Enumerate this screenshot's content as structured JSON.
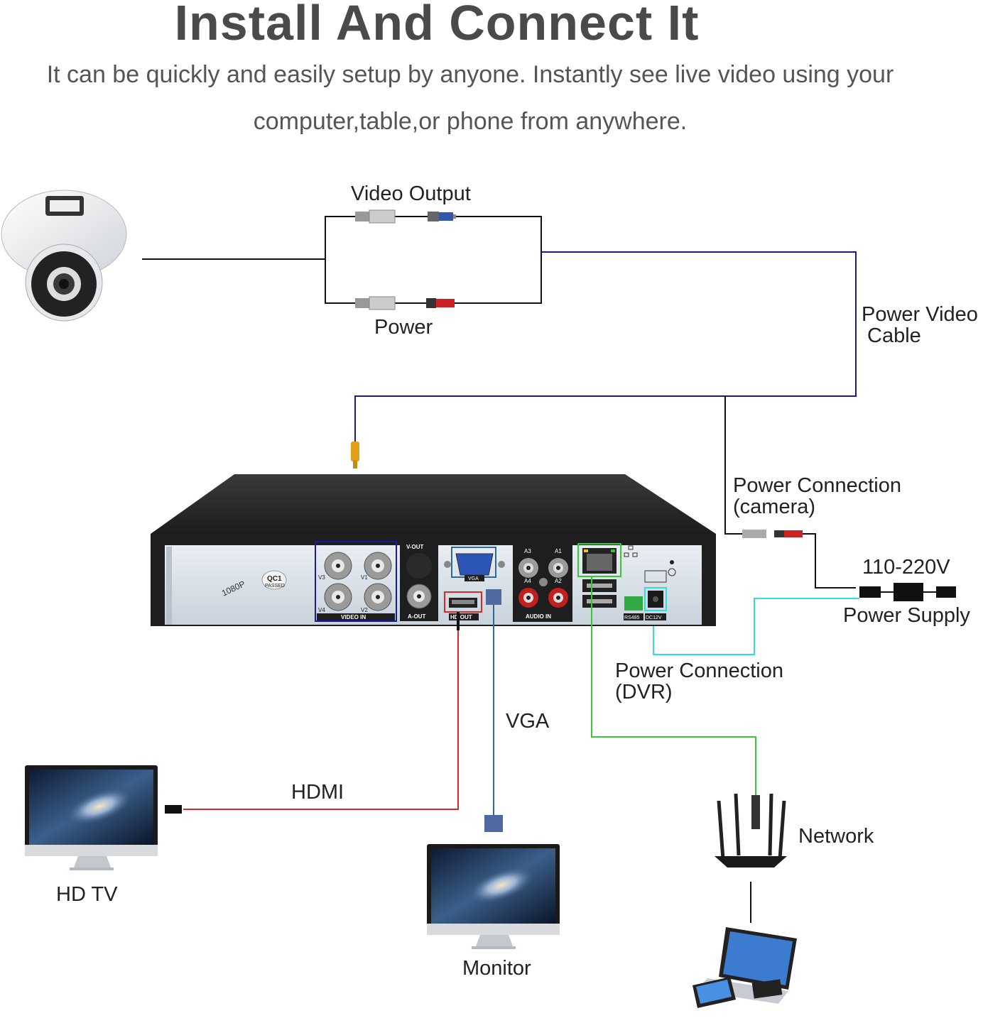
{
  "header": {
    "title": "Install And Connect It",
    "subtitle_line1": "It can be quickly and easily setup by anyone. Instantly see live video using your",
    "subtitle_line2": "computer,table,or phone from anywhere."
  },
  "labels": {
    "video_output": "Video Output",
    "power": "Power",
    "power_video_cable_1": "Power Video",
    "power_video_cable_2": "Cable",
    "power_connection_camera_1": "Power Connection",
    "power_connection_camera_2": "(camera)",
    "voltage": "110-220V",
    "power_supply": "Power Supply",
    "power_connection_dvr_1": "Power Connection",
    "power_connection_dvr_2": "(DVR)",
    "vga": "VGA",
    "hdmi": "HDMI",
    "network": "Network",
    "hd_tv": "HD TV",
    "monitor": "Monitor"
  },
  "dvr_panel": {
    "badge_1080p": "1080P",
    "badge_qc1": "QC1",
    "badge_passed": "PASSED",
    "video_in": "VIDEO IN",
    "v_out": "V-OUT",
    "a_out": "A-OUT",
    "vga_port": "VGA",
    "hd_out": "HD OUT",
    "audio_in": "AUDIO IN",
    "rs485": "RS485",
    "dc12v": "DC12V",
    "v1": "V1",
    "v2": "V2",
    "v3": "V3",
    "v4": "V4",
    "a1": "A1",
    "a2": "A2",
    "a3": "A3",
    "a4": "A4"
  },
  "colors": {
    "power_video_cable": "#1a1a8c",
    "hdmi_cable": "#d42a2a",
    "vga_cable": "#2a6a9a",
    "network_cable": "#33cc33",
    "dvr_power_cable": "#33dddd",
    "camera_wire": "#111111"
  }
}
